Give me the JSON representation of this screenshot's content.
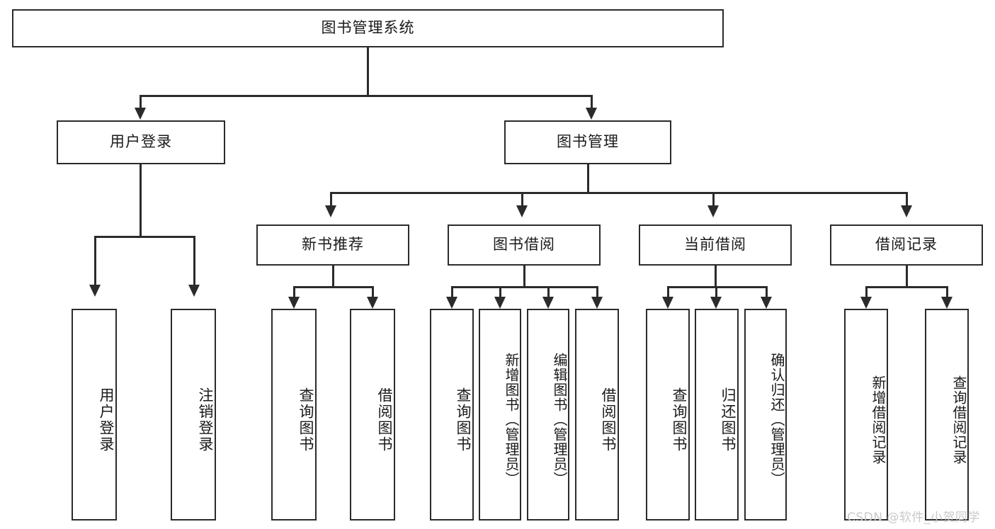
{
  "diagram": {
    "type": "hierarchy-tree",
    "title": "图书管理系统",
    "root": {
      "label": "图书管理系统"
    },
    "level2": [
      {
        "id": "user-login",
        "label": "用户登录"
      },
      {
        "id": "book-management",
        "label": "图书管理"
      }
    ],
    "level3": [
      {
        "id": "new-book-recommend",
        "label": "新书推荐",
        "parent": "book-management"
      },
      {
        "id": "book-borrow",
        "label": "图书借阅",
        "parent": "book-management"
      },
      {
        "id": "current-borrow",
        "label": "当前借阅",
        "parent": "book-management"
      },
      {
        "id": "borrow-record",
        "label": "借阅记录",
        "parent": "book-management"
      }
    ],
    "leaves": {
      "user_login": [
        {
          "id": "leaf-user-login",
          "label": "用户登录"
        },
        {
          "id": "leaf-user-logout",
          "label": "注销登录"
        }
      ],
      "new_book_recommend": [
        {
          "id": "leaf-query-book-1",
          "label": "查询图书"
        },
        {
          "id": "leaf-borrow-book-1",
          "label": "借阅图书"
        }
      ],
      "book_borrow": [
        {
          "id": "leaf-query-book-2",
          "label": "查询图书"
        },
        {
          "id": "leaf-add-book",
          "label": "新增图书（管理员）"
        },
        {
          "id": "leaf-edit-book",
          "label": "编辑图书（管理员）"
        },
        {
          "id": "leaf-borrow-book-2",
          "label": "借阅图书"
        }
      ],
      "current_borrow": [
        {
          "id": "leaf-query-book-3",
          "label": "查询图书"
        },
        {
          "id": "leaf-return-book",
          "label": "归还图书"
        },
        {
          "id": "leaf-confirm-return",
          "label": "确认归还（管理员）"
        }
      ],
      "borrow_record": [
        {
          "id": "leaf-add-record",
          "label": "新增借阅记录"
        },
        {
          "id": "leaf-query-record",
          "label": "查询借阅记录"
        }
      ]
    }
  },
  "watermark": {
    "text": "CSDN @软件_小贺同学"
  },
  "colors": {
    "stroke": "#2b2b2b",
    "background": "#ffffff",
    "text": "#1a1a1a",
    "watermark": "#c9c9c9"
  }
}
